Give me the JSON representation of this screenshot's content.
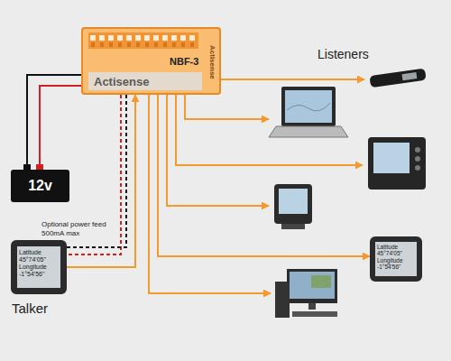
{
  "diagram": {
    "nodes": [
      {
        "text": [
          "Actisense",
          "NBF-3",
          "Actisense"
        ]
      },
      {
        "text": [
          "12v"
        ]
      },
      {
        "text": [
          "Latitude 45°74'05\" Longitude -1°54'56\"",
          "Talker"
        ]
      },
      {
        "text": [
          "Latitude 45°74'05\" Longitude -1°54'56\""
        ]
      }
    ],
    "edges": [
      {
        "from": 1,
        "to": 0,
        "arrow": "none"
      },
      {
        "from": 0,
        "to": 2,
        "arrow": "none"
      },
      {
        "from": 2,
        "to": 0,
        "arrow": "to"
      },
      {
        "from": 0,
        "to": 3,
        "arrow": "to"
      }
    ],
    "labels": [
      "Listeners",
      "Optional power feed 500mA max"
    ]
  }
}
